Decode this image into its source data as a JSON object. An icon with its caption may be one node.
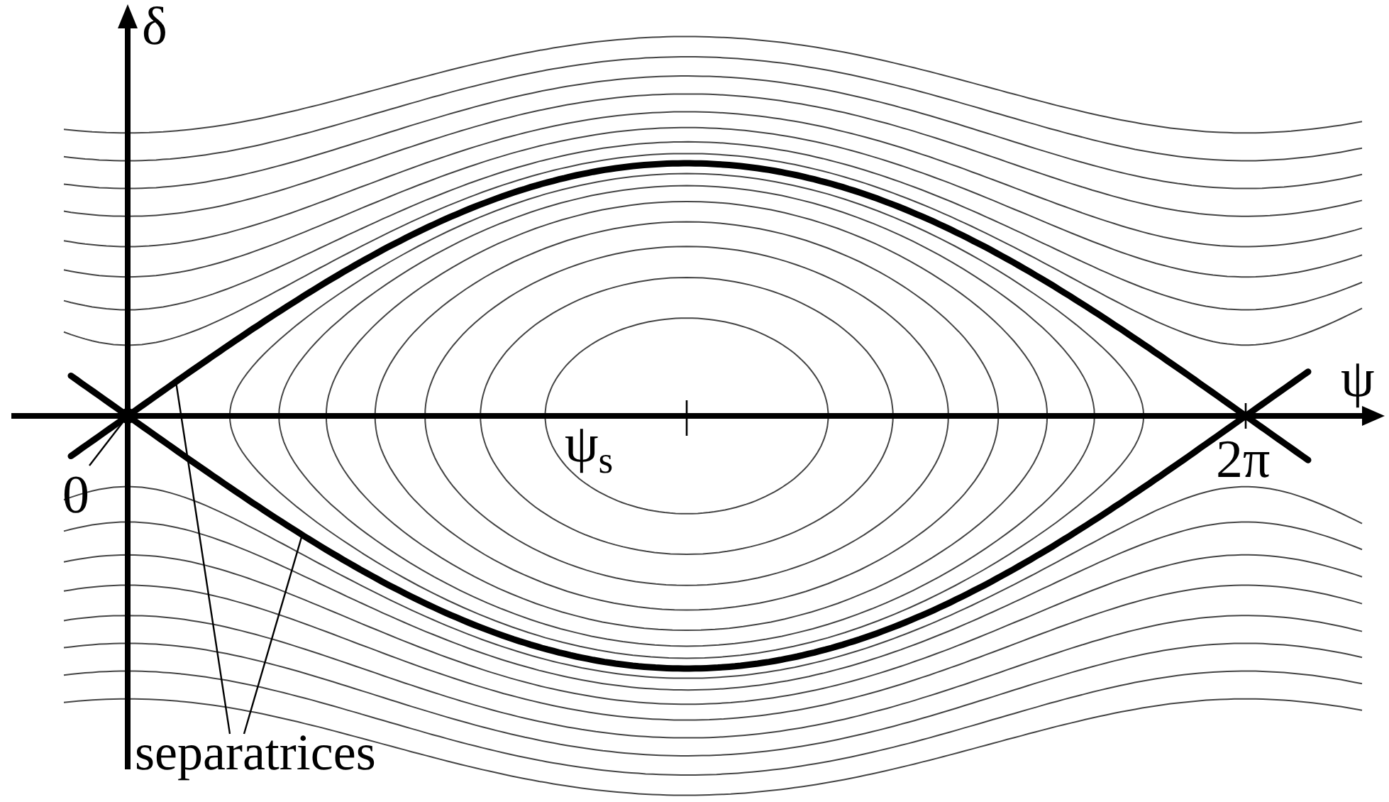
{
  "diagram": {
    "nodes": [
      {
        "text": [
          "separatrices"
        ]
      },
      {
        "text": [],
        "shape": "curve"
      },
      {
        "text": [],
        "shape": "curve"
      },
      {
        "text": [
          "0"
        ]
      },
      {
        "text": [],
        "shape": "point"
      }
    ],
    "edges": [
      {
        "from": 0,
        "to": 1,
        "arrow": "none"
      },
      {
        "from": 0,
        "to": 2,
        "arrow": "none"
      },
      {
        "from": 3,
        "to": 4,
        "arrow": "none"
      }
    ],
    "labels": [
      "δ",
      "ψ",
      "ψ$_{s}$",
      "2π"
    ]
  }
}
